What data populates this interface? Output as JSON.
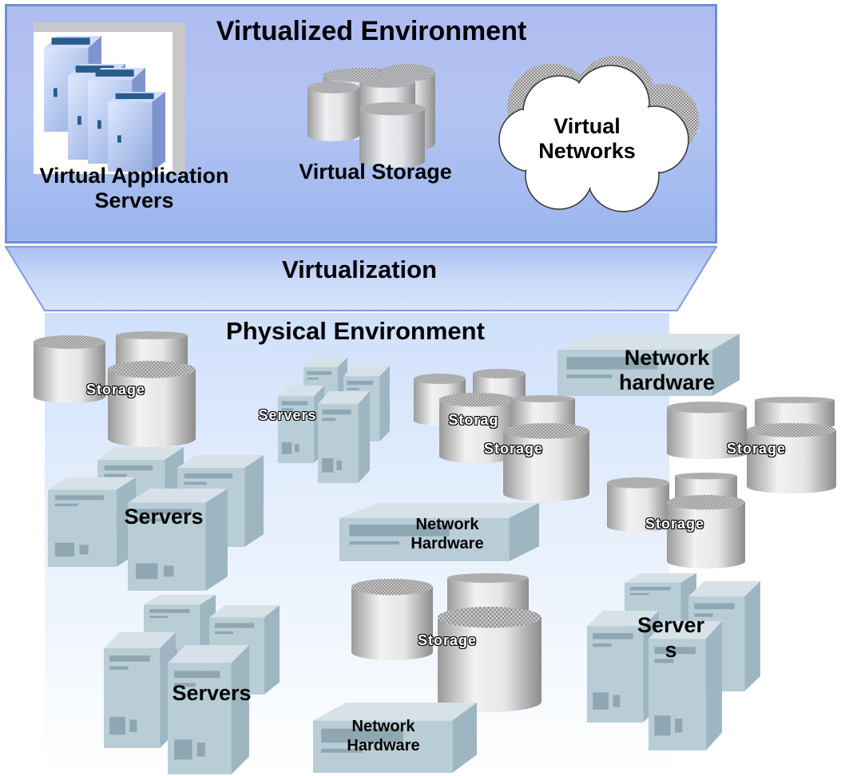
{
  "virtualized": {
    "title": "Virtualized Environment",
    "app_servers_line1": "Virtual Application",
    "app_servers_line2": "Servers",
    "storage": "Virtual Storage",
    "networks_line1": "Virtual",
    "networks_line2": "Networks"
  },
  "virtualization": {
    "label": "Virtualization"
  },
  "physical": {
    "title": "Physical Environment",
    "storage_label": "Storage",
    "storage_partial": "Storag",
    "servers_label": "Servers",
    "network_hardware_lower": "Network hardware",
    "network_hardware_line1": "Network",
    "network_hardware_line2": "Hardware",
    "network_hardware_line2_lower": "hardware",
    "servers_split_line1": "Server",
    "servers_split_line2": "s"
  },
  "colors": {
    "virt_fill": "#b4c4f2",
    "virt_border": "#6f8fd6",
    "virtualization_band": "#c9daf8",
    "server_body": "#b8cdd6",
    "server_dark": "#9db6c2",
    "server_top": "#d6e2e8"
  }
}
